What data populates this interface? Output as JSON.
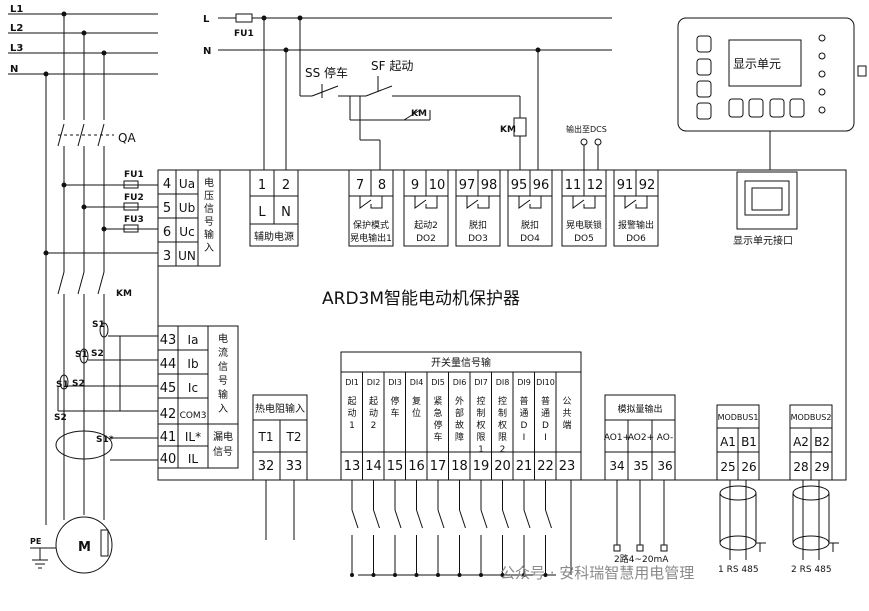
{
  "lines": {
    "l1": "L1",
    "l2": "L2",
    "l3": "L3",
    "n": "N"
  },
  "aux_supply": {
    "l": "L",
    "n": "N",
    "fuse": "FU1"
  },
  "main_breaker": "QA",
  "contactor_main": "KM",
  "contactor_coil": "KM",
  "contactor_aux": "KM",
  "stop_button": "SS 停车",
  "start_button": "SF 起动",
  "output_to_dcs": "输出至DCS",
  "fuses": [
    "FU1",
    "FU2",
    "FU3"
  ],
  "ct_labels": [
    "S1",
    "S2",
    "S1",
    "S2",
    "S1",
    "S2",
    "S1*"
  ],
  "motor": "M",
  "pe": "PE",
  "voltage_block": {
    "terms": [
      {
        "num": "4",
        "name": "Ua"
      },
      {
        "num": "5",
        "name": "Ub"
      },
      {
        "num": "6",
        "name": "Uc"
      },
      {
        "num": "3",
        "name": "UN"
      }
    ],
    "label": "电压信号输入"
  },
  "aux_power_block": {
    "terms": [
      "1",
      "2"
    ],
    "names": [
      "L",
      "N"
    ],
    "label": "辅助电源"
  },
  "outputs": [
    {
      "terms": [
        "7",
        "8"
      ],
      "label1": "保护模式",
      "label2": "晃电输出1"
    },
    {
      "terms": [
        "9",
        "10"
      ],
      "label1": "起动2",
      "label2": "DO2"
    },
    {
      "terms": [
        "97",
        "98"
      ],
      "label1": "脱扣",
      "label2": "DO3"
    },
    {
      "terms": [
        "95",
        "96"
      ],
      "label1": "脱扣",
      "label2": "DO4"
    },
    {
      "terms": [
        "11",
        "12"
      ],
      "label1": "晃电联锁",
      "label2": "DO5"
    },
    {
      "terms": [
        "91",
        "92"
      ],
      "label1": "报警输出",
      "label2": "DO6"
    }
  ],
  "display_port_label": "显示单元接口",
  "display_unit_label": "显示单元",
  "device_title": "ARD3M智能电动机保护器",
  "current_block": {
    "terms": [
      {
        "num": "43",
        "name": "Ia"
      },
      {
        "num": "44",
        "name": "Ib"
      },
      {
        "num": "45",
        "name": "Ic"
      },
      {
        "num": "42",
        "name": "COM3"
      },
      {
        "num": "41",
        "name": "IL*"
      },
      {
        "num": "40",
        "name": "IL"
      }
    ],
    "label": "电流信号输入",
    "leak_label": "漏电信号"
  },
  "thermistor": {
    "title": "热电阻输入",
    "names": [
      "T1",
      "T2"
    ],
    "terms": [
      "32",
      "33"
    ]
  },
  "di_block": {
    "title": "开关量信号输",
    "channels": [
      {
        "id": "DI1",
        "label": "起动1",
        "num": "13"
      },
      {
        "id": "DI2",
        "label": "起动2",
        "num": "14"
      },
      {
        "id": "DI3",
        "label": "停车",
        "num": "15"
      },
      {
        "id": "DI4",
        "label": "复位",
        "num": "16"
      },
      {
        "id": "DI5",
        "label": "紧急停车",
        "num": "17"
      },
      {
        "id": "DI6",
        "label": "外部故障",
        "num": "18"
      },
      {
        "id": "DI7",
        "label": "控制权限1",
        "num": "19"
      },
      {
        "id": "DI8",
        "label": "控制权限2",
        "num": "20"
      },
      {
        "id": "DI9",
        "label": "普通DI",
        "num": "21"
      },
      {
        "id": "DI10",
        "label": "普通DI",
        "num": "22"
      },
      {
        "id": "",
        "label": "公共端",
        "num": "23"
      }
    ]
  },
  "analog": {
    "title": "模拟量输出",
    "names": [
      "AO1+",
      "AO2+",
      "AO-"
    ],
    "terms": [
      "34",
      "35",
      "36"
    ],
    "footer": "2路4~20mA"
  },
  "modbus1": {
    "title": "MODBUS1",
    "names": [
      "A1",
      "B1"
    ],
    "terms": [
      "25",
      "26"
    ],
    "footer": "1 RS 485"
  },
  "modbus2": {
    "title": "MODBUS2",
    "names": [
      "A2",
      "B2"
    ],
    "terms": [
      "28",
      "29"
    ],
    "footer": "2 RS 485"
  },
  "watermark": "公众号 · 安科瑞智慧用电管理"
}
